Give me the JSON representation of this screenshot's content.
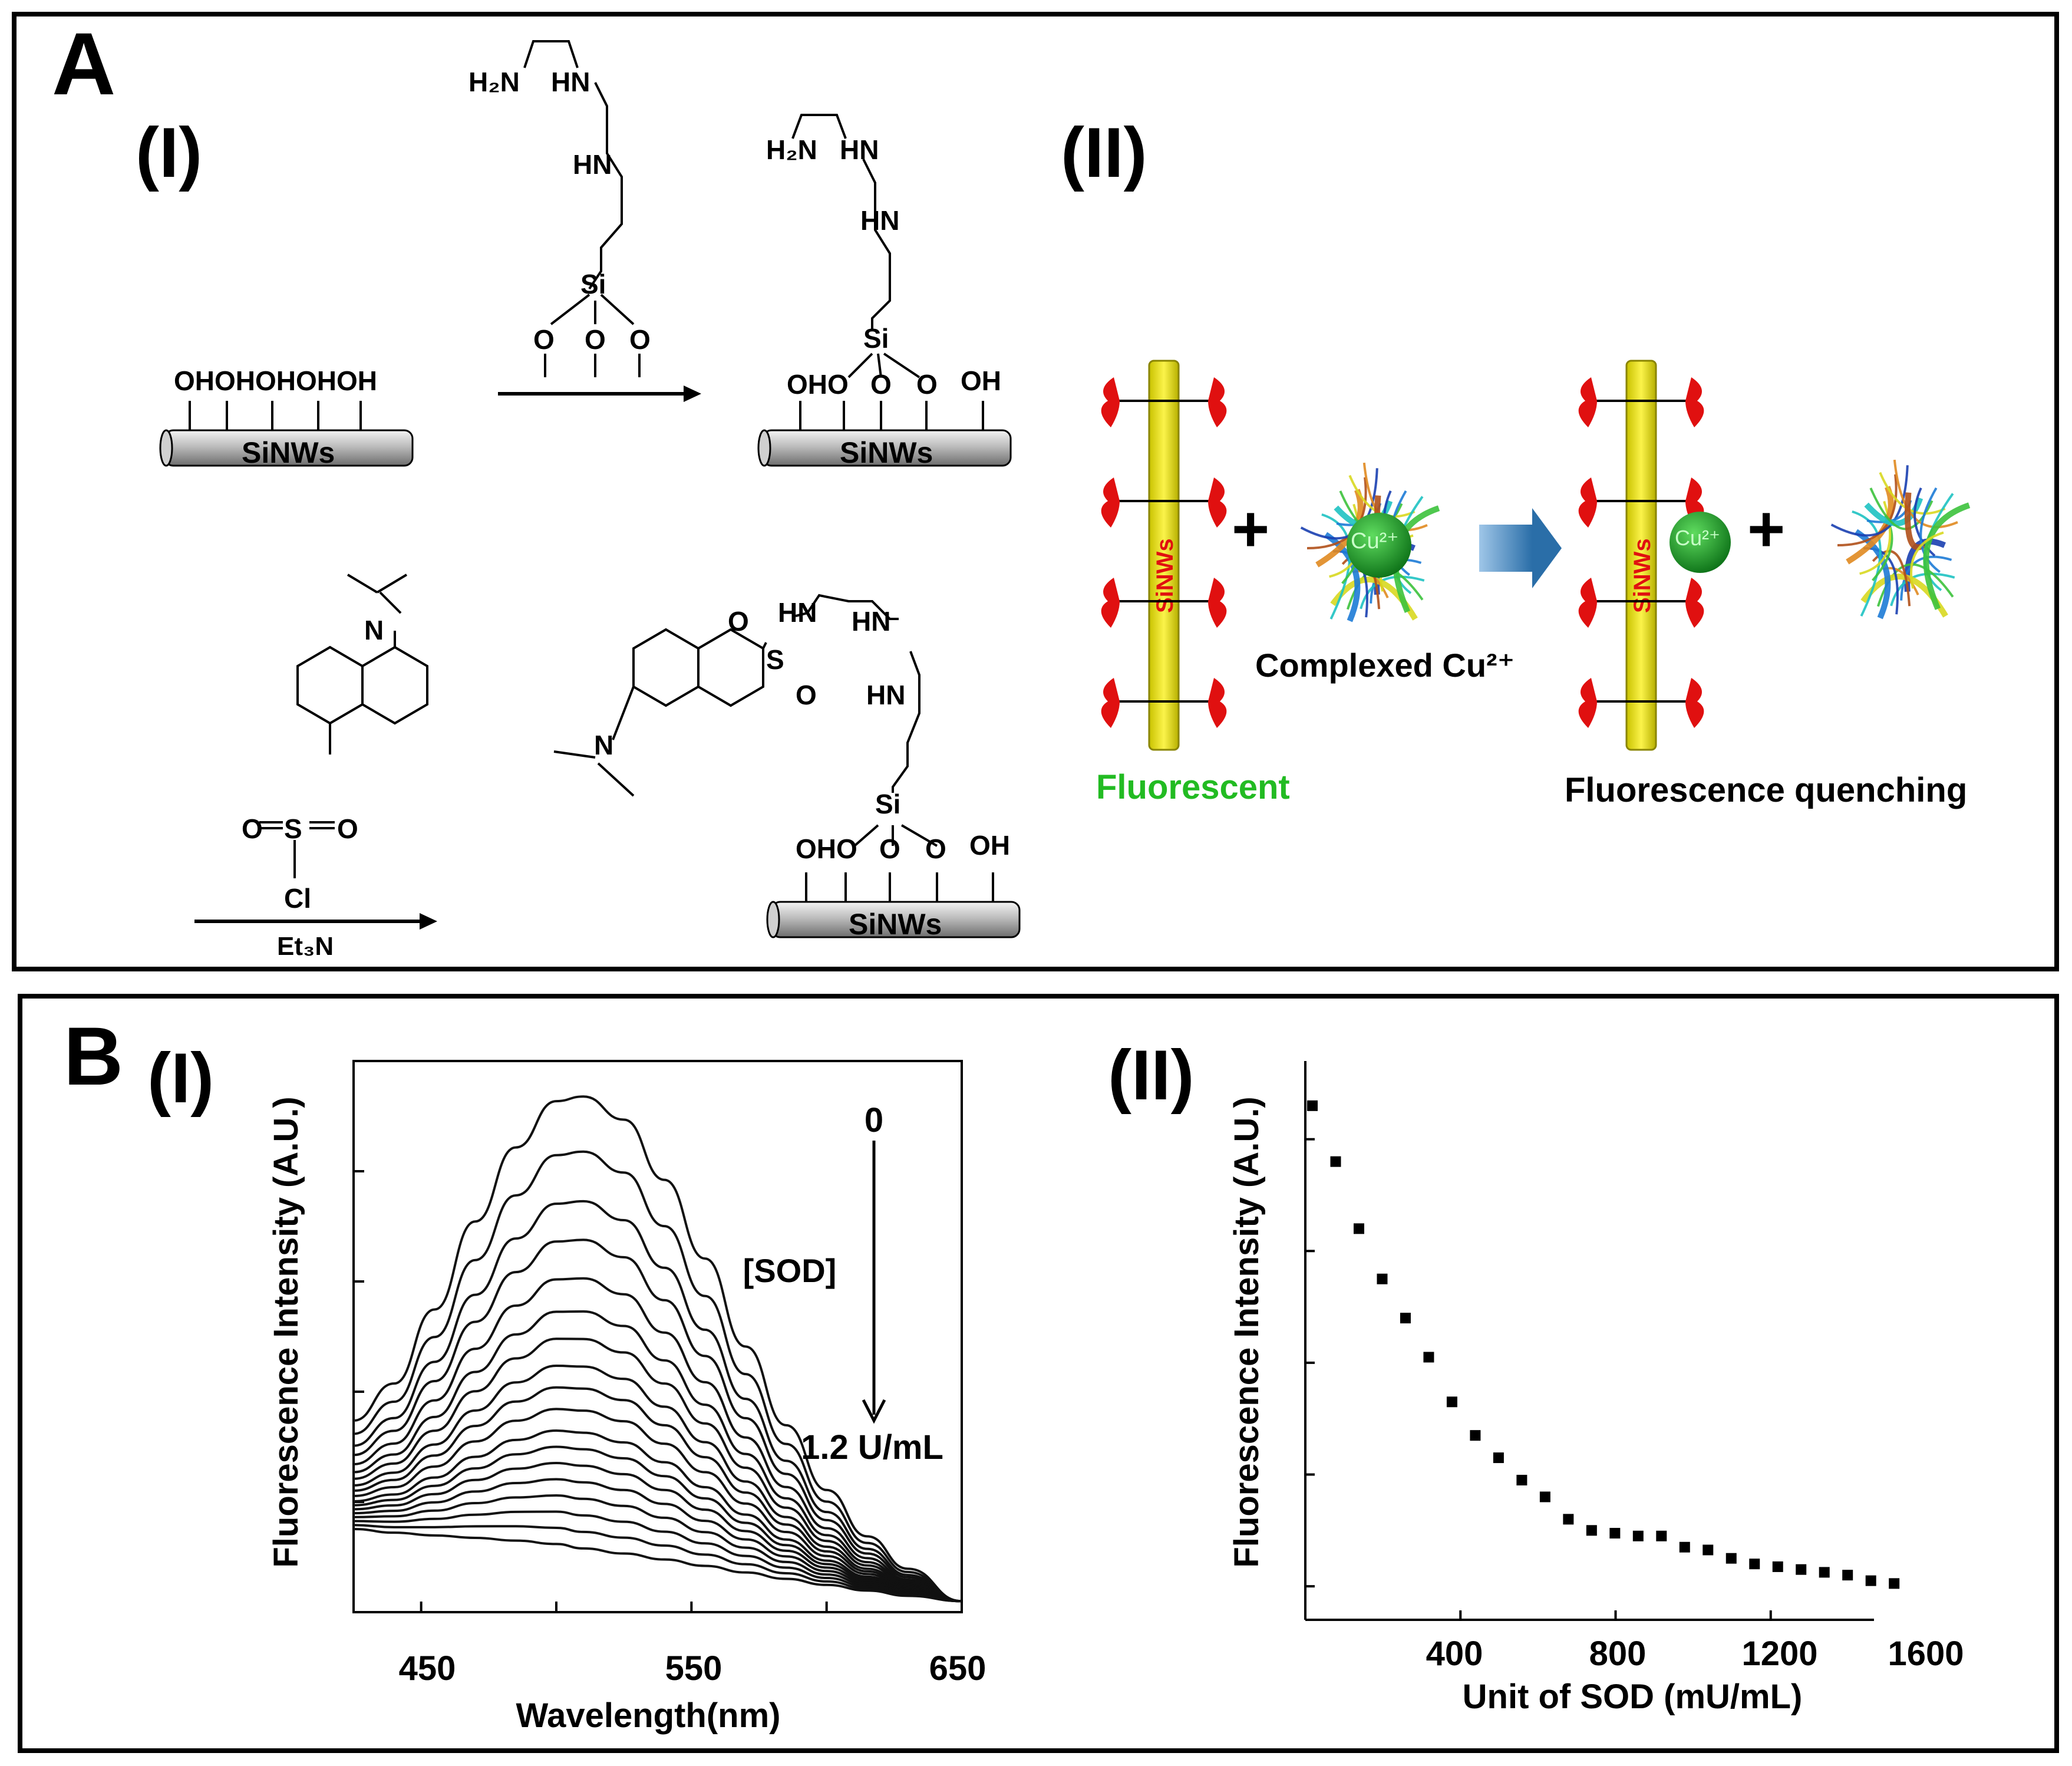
{
  "panelA": {
    "label": "A",
    "sub1": "(I)",
    "sub2": "(II)",
    "chem": {
      "h2n": "H₂N",
      "hn": "HN",
      "si": "Si",
      "o": "O",
      "oh": "OH",
      "ohs": "OHOHOHOHOH",
      "siNWs": "SiNWs",
      "ohO": "OHO",
      "cl": "Cl",
      "et3n": "Et₃N",
      "n": "N",
      "so2": "S"
    },
    "scheme": {
      "siNWs": "SiNWs",
      "cu": "Cu²⁺",
      "complexed": "Complexed Cu²⁺",
      "fluorescent": "Fluorescent",
      "quenching": "Fluorescence quenching",
      "colors": {
        "rod": "#e8e000",
        "ligand": "#e01010",
        "fluor_label": "#22bb22",
        "ion": "#0f8a1e",
        "arrow": "#2a6ea8"
      }
    }
  },
  "panelB": {
    "label": "B",
    "sub1": "(I)",
    "sub2": "(II)"
  },
  "chart_data": [
    {
      "type": "line",
      "xlabel": "Wavelength(nm)",
      "ylabel": "Fluorescence Intensity (A.U.)",
      "xlim": [
        425,
        650
      ],
      "xticks": [
        "450",
        "550",
        "650"
      ],
      "annotation_top": "0",
      "annotation_mid": "[SOD]",
      "annotation_bottom": "1.2 U/mL",
      "x": [
        425,
        440,
        455,
        470,
        485,
        500,
        510,
        525,
        540,
        555,
        570,
        585,
        600,
        615,
        630,
        650
      ],
      "profile": [
        0.24,
        0.33,
        0.5,
        0.7,
        0.87,
        0.98,
        1.0,
        0.96,
        0.84,
        0.68,
        0.5,
        0.34,
        0.21,
        0.12,
        0.06,
        0.0
      ],
      "series_peaks": [
        0.93,
        0.83,
        0.74,
        0.67,
        0.6,
        0.54,
        0.49,
        0.44,
        0.4,
        0.36,
        0.32,
        0.29,
        0.26,
        0.23,
        0.2,
        0.17,
        0.14,
        0.11
      ],
      "baseline": 0.09
    },
    {
      "type": "scatter",
      "xlabel": "Unit of SOD (mU/mL)",
      "ylabel": "Fluorescence Intensity (A.U.)",
      "xlim": [
        0,
        1600
      ],
      "xticks": [
        "400",
        "800",
        "1200",
        "1600"
      ],
      "x": [
        0,
        60,
        120,
        180,
        240,
        300,
        360,
        420,
        480,
        540,
        600,
        660,
        720,
        780,
        840,
        900,
        960,
        1020,
        1080,
        1140,
        1200,
        1260,
        1320,
        1380,
        1440,
        1500
      ],
      "y": [
        0.92,
        0.82,
        0.7,
        0.61,
        0.54,
        0.47,
        0.39,
        0.33,
        0.29,
        0.25,
        0.22,
        0.18,
        0.16,
        0.155,
        0.15,
        0.15,
        0.13,
        0.125,
        0.11,
        0.1,
        0.095,
        0.09,
        0.085,
        0.08,
        0.07,
        0.065
      ]
    }
  ]
}
